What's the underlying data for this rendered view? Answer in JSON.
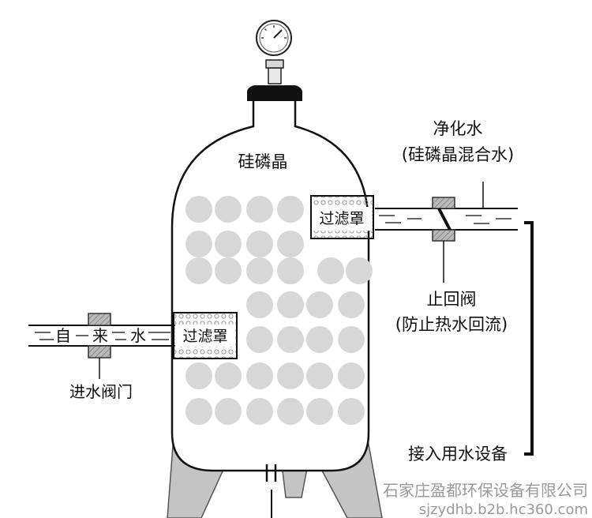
{
  "labels": {
    "crystal": "硅磷晶",
    "purified_water": "净化水",
    "purified_water_sub": "(硅磷晶混合水)",
    "filter_top": "过滤罩",
    "filter_left": "过滤罩",
    "check_valve": "止回阀",
    "check_valve_sub": "(防止热水回流)",
    "inlet_char_1": "自",
    "inlet_char_2": "来",
    "inlet_char_3": "水",
    "inlet_valve": "进水阀门",
    "equipment": "接入用水设备"
  },
  "watermark": {
    "company": "石家庄盈都环保设备有限公司",
    "site": "sjzydhb.b2b.hc360.com"
  },
  "colors": {
    "ball": "#d7d7d7",
    "leg": "#c4c4c4",
    "valve": "#a8a8a8",
    "ink": "#111111",
    "watermark": "#9a9a9a"
  }
}
